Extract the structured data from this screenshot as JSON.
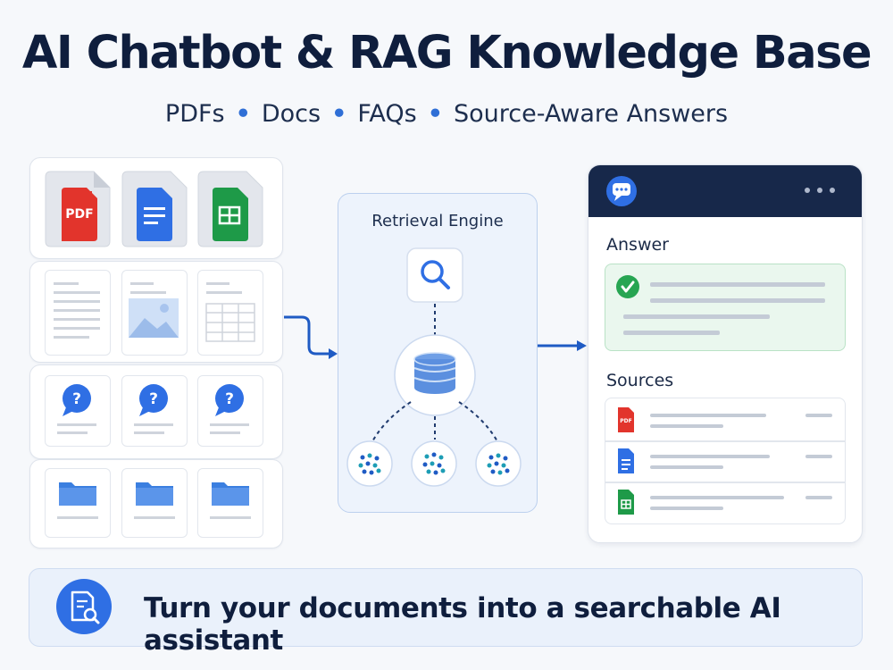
{
  "header": {
    "title": "AI Chatbot & RAG Knowledge Base",
    "subtitle_items": [
      "PDFs",
      "Docs",
      "FAQs",
      "Source-Aware Answers"
    ]
  },
  "sources_panel": {
    "file_types": [
      {
        "icon": "pdf-file-icon",
        "label": "PDF",
        "color": "#e2342c"
      },
      {
        "icon": "docs-file-icon",
        "color": "#2f6fe4"
      },
      {
        "icon": "sheets-file-icon",
        "color": "#1e9a48"
      }
    ],
    "document_icons": [
      "text-document-icon",
      "image-document-icon",
      "table-document-icon"
    ],
    "faq_icons": [
      "question-bubble-icon",
      "question-bubble-icon",
      "question-bubble-icon"
    ],
    "folder_icons": [
      "folder-icon",
      "folder-icon",
      "folder-icon"
    ]
  },
  "engine": {
    "label": "Retrieval Engine",
    "icons": [
      "search-icon",
      "database-icon",
      "embedding-cluster-icon"
    ]
  },
  "chat": {
    "answer_label": "Answer",
    "sources_label": "Sources",
    "source_icons": [
      "pdf-file-icon",
      "docs-file-icon",
      "sheets-file-icon"
    ],
    "source_pdf_label": "PDF"
  },
  "banner": {
    "text": "Turn your documents into a searchable AI assistant",
    "icon": "document-search-icon"
  },
  "colors": {
    "navy": "#17284a",
    "accent_blue": "#2f6fd6",
    "success_green": "#27a552",
    "pdf_red": "#e2342c",
    "sheets_green": "#1e9a48"
  }
}
